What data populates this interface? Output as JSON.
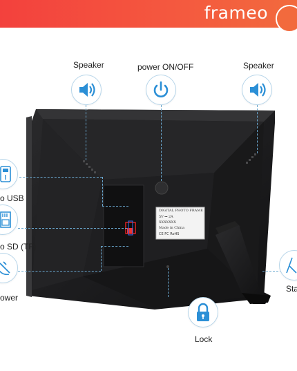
{
  "brand": {
    "name": "frameo",
    "color": "#f3413d"
  },
  "accent_color": "#2b8fd6",
  "labels": {
    "speaker_left": "Speaker",
    "power": "power ON/OFF",
    "speaker_right": "Speaker",
    "usb": "o USB",
    "sd": "o SD (TF)",
    "dc_power": "ower",
    "stand": "Sta",
    "lock": "Lock"
  },
  "icons": {
    "speaker_left": "speaker-icon",
    "power": "power-icon",
    "speaker_right": "speaker-icon",
    "usb": "usb-icon",
    "sd": "sd-card-icon",
    "dc_power": "dc-plug-icon",
    "stand": "stand-icon",
    "lock": "lock-icon"
  },
  "device_label": {
    "title": "DIGITAL PHOTO FRAME",
    "line1": "5V ⎓ 2A",
    "line2": "XXXXXXX",
    "line3": "Made in China",
    "certs": "CE FC RoHS"
  }
}
